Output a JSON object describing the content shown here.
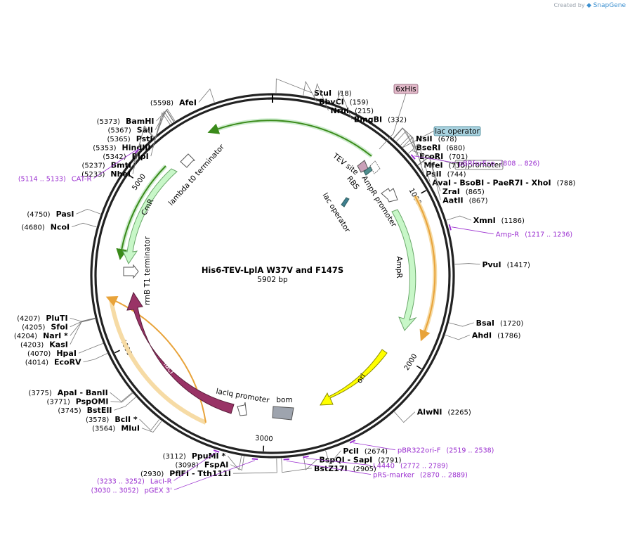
{
  "credit": {
    "prefix": "Created by",
    "brand": "SnapGene"
  },
  "plasmid": {
    "name": "His6-TEV-LplA W37V and F147S",
    "size_label": "5902 bp",
    "length": 5902
  },
  "ticks": [
    {
      "label": "1000",
      "bp": 1000
    },
    {
      "label": "2000",
      "bp": 2000
    },
    {
      "label": "3000",
      "bp": 3000
    },
    {
      "label": "4000",
      "bp": 4000
    },
    {
      "label": "5000",
      "bp": 5000
    }
  ],
  "enzymes": [
    {
      "name": "StuI",
      "pos": "(18)",
      "bp": 18,
      "side": "right"
    },
    {
      "name": "BbvCI",
      "pos": "(159)",
      "bp": 159,
      "side": "right"
    },
    {
      "name": "NruI",
      "pos": "(215)",
      "bp": 215,
      "side": "right"
    },
    {
      "name": "BmgBI",
      "pos": "(332)",
      "bp": 332,
      "side": "right"
    },
    {
      "name": "NsiI",
      "pos": "(678)",
      "bp": 678,
      "side": "right"
    },
    {
      "name": "BseRI",
      "pos": "(680)",
      "bp": 680,
      "side": "right"
    },
    {
      "name": "EcoRI",
      "pos": "(701)",
      "bp": 701,
      "side": "right"
    },
    {
      "name": "MfeI",
      "pos": "(730)",
      "bp": 730,
      "side": "right"
    },
    {
      "name": "PsiI",
      "pos": "(744)",
      "bp": 744,
      "side": "right"
    },
    {
      "name": "AvaI - BsoBI - PaeR7I - XhoI",
      "pos": "(788)",
      "bp": 788,
      "side": "right"
    },
    {
      "name": "ZraI",
      "pos": "(865)",
      "bp": 865,
      "side": "right"
    },
    {
      "name": "AatII",
      "pos": "(867)",
      "bp": 867,
      "side": "right"
    },
    {
      "name": "XmnI",
      "pos": "(1186)",
      "bp": 1186,
      "side": "right"
    },
    {
      "name": "PvuI",
      "pos": "(1417)",
      "bp": 1417,
      "side": "right"
    },
    {
      "name": "BsaI",
      "pos": "(1720)",
      "bp": 1720,
      "side": "right"
    },
    {
      "name": "AhdI",
      "pos": "(1786)",
      "bp": 1786,
      "side": "right"
    },
    {
      "name": "AlwNI",
      "pos": "(2265)",
      "bp": 2265,
      "side": "right"
    },
    {
      "name": "PciI",
      "pos": "(2674)",
      "bp": 2674,
      "side": "right"
    },
    {
      "name": "BspQI - SapI",
      "pos": "(2791)",
      "bp": 2791,
      "side": "right"
    },
    {
      "name": "BstZ17I",
      "pos": "(2905)",
      "bp": 2905,
      "side": "right"
    },
    {
      "name": "PflFI - Tth111I",
      "pos": "(2930)",
      "bp": 2930,
      "side": "left"
    },
    {
      "name": "FspAI",
      "pos": "(3098)",
      "bp": 3098,
      "side": "left"
    },
    {
      "name": "PpuMI *",
      "pos": "(3112)",
      "bp": 3112,
      "side": "left"
    },
    {
      "name": "MluI",
      "pos": "(3564)",
      "bp": 3564,
      "side": "left"
    },
    {
      "name": "BclI *",
      "pos": "(3578)",
      "bp": 3578,
      "side": "left"
    },
    {
      "name": "BstEII",
      "pos": "(3745)",
      "bp": 3745,
      "side": "left"
    },
    {
      "name": "PspOMI",
      "pos": "(3771)",
      "bp": 3771,
      "side": "left"
    },
    {
      "name": "ApaI - BanII",
      "pos": "(3775)",
      "bp": 3775,
      "side": "left"
    },
    {
      "name": "EcoRV",
      "pos": "(4014)",
      "bp": 4014,
      "side": "left"
    },
    {
      "name": "HpaI",
      "pos": "(4070)",
      "bp": 4070,
      "side": "left"
    },
    {
      "name": "KasI",
      "pos": "(4203)",
      "bp": 4203,
      "side": "left"
    },
    {
      "name": "NarI *",
      "pos": "(4204)",
      "bp": 4204,
      "side": "left"
    },
    {
      "name": "SfoI",
      "pos": "(4205)",
      "bp": 4205,
      "side": "left"
    },
    {
      "name": "PluTI",
      "pos": "(4207)",
      "bp": 4207,
      "side": "left"
    },
    {
      "name": "NcoI",
      "pos": "(4680)",
      "bp": 4680,
      "side": "left"
    },
    {
      "name": "PasI",
      "pos": "(4750)",
      "bp": 4750,
      "side": "left"
    },
    {
      "name": "NheI",
      "pos": "(5233)",
      "bp": 5233,
      "side": "left"
    },
    {
      "name": "BmtI",
      "pos": "(5237)",
      "bp": 5237,
      "side": "left"
    },
    {
      "name": "BlpI",
      "pos": "(5342)",
      "bp": 5342,
      "side": "left"
    },
    {
      "name": "HindIII",
      "pos": "(5353)",
      "bp": 5353,
      "side": "left"
    },
    {
      "name": "PstI",
      "pos": "(5365)",
      "bp": 5365,
      "side": "left"
    },
    {
      "name": "SalI",
      "pos": "(5367)",
      "bp": 5367,
      "side": "left"
    },
    {
      "name": "BamHI",
      "pos": "(5373)",
      "bp": 5373,
      "side": "left"
    },
    {
      "name": "AfeI",
      "pos": "(5598)",
      "bp": 5598,
      "side": "left"
    }
  ],
  "primers": [
    {
      "name": "pBRforEco",
      "range": "(808 .. 826)",
      "bp": 817,
      "side": "right"
    },
    {
      "name": "Amp-R",
      "range": "(1217 .. 1236)",
      "bp": 1226,
      "side": "right"
    },
    {
      "name": "pBR322ori-F",
      "range": "(2519 .. 2538)",
      "bp": 2528,
      "side": "right"
    },
    {
      "name": "L4440",
      "range": "(2772 .. 2789)",
      "bp": 2780,
      "side": "right"
    },
    {
      "name": "pRS-marker",
      "range": "(2870 .. 2889)",
      "bp": 2880,
      "side": "right"
    },
    {
      "name": "pGEX 3'",
      "range": "(3030 .. 3052)",
      "bp": 3041,
      "side": "left"
    },
    {
      "name": "LacI-R",
      "range": "(3233 .. 3252)",
      "bp": 3242,
      "side": "left"
    },
    {
      "name": "CAT-R",
      "range": "(5114 .. 5133)",
      "bp": 5124,
      "side": "left"
    }
  ],
  "boxed_labels": [
    {
      "text": "6xHis",
      "fill": "#e2b9c9"
    },
    {
      "text": "lac operator",
      "fill": "#a9d3e0"
    },
    {
      "text": "T5 promoter",
      "fill": "#ffffff"
    }
  ],
  "features": [
    {
      "name": "AmpR",
      "color": "#c8f7c8",
      "stroke": "#6aa86a"
    },
    {
      "name": "ori",
      "color": "#ffff00",
      "stroke": "#8a8a00"
    },
    {
      "name": "bom",
      "color": "#9ea4ae",
      "stroke": "#555"
    },
    {
      "name": "lacI",
      "color": "#993366",
      "stroke": "#5a1d3b"
    },
    {
      "name": "lacIq promoter",
      "color": "#ffffff",
      "stroke": "#555"
    },
    {
      "name": "CmR",
      "color": "#c8f7c8",
      "stroke": "#6aa86a"
    },
    {
      "name": "rrnB T1 terminator",
      "color": "#ffffff",
      "stroke": "#555"
    },
    {
      "name": "lambda t0 terminator",
      "color": "#ffffff",
      "stroke": "#555"
    },
    {
      "name": "TEV site",
      "color": "#c9a0b8",
      "stroke": "#555"
    },
    {
      "name": "RBS",
      "color": "#4f8f8f",
      "stroke": "#2f5f5f"
    },
    {
      "name": "AmpR promoter",
      "color": "#ffffff",
      "stroke": "#555"
    },
    {
      "name": "lac operator",
      "color": "#3f7f8f",
      "stroke": "#2f5f5f"
    }
  ],
  "colors": {
    "ring": "#222222",
    "orf_orange": "#e8a33a",
    "orf_green": "#3a8a1a",
    "primer": "#9b30d0"
  }
}
